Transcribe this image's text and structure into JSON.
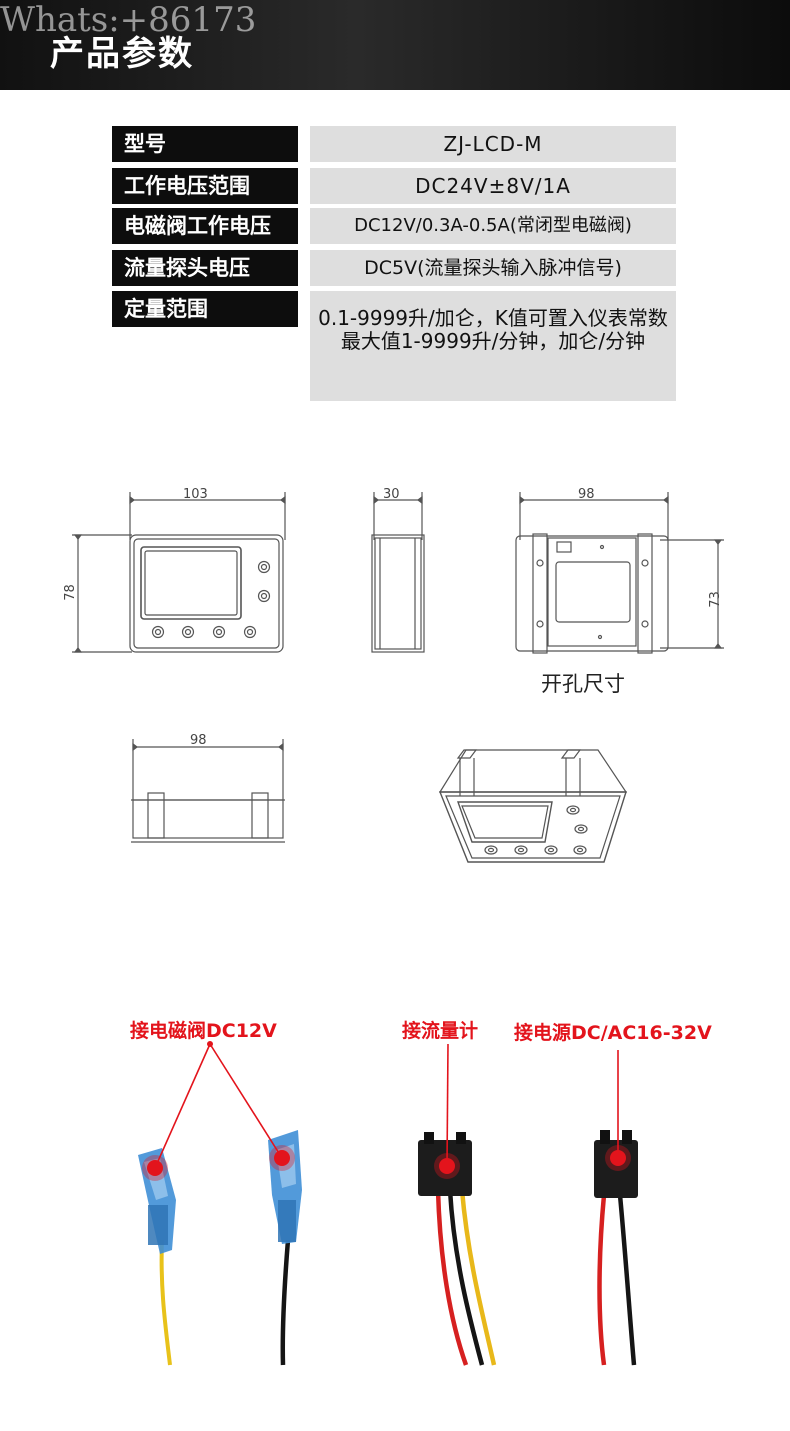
{
  "header": {
    "watermark": "Whats:+86173",
    "title": "产品参数"
  },
  "specs": [
    {
      "label": "型号",
      "value": "ZJ-LCD-M"
    },
    {
      "label": "工作电压范围",
      "value": "DC24V±8V/1A"
    },
    {
      "label": "电磁阀工作电压",
      "value": "DC12V/0.3A-0.5A(常闭型电磁阀)"
    },
    {
      "label": "流量探头电压",
      "value": "DC5V(流量探头输入脉冲信号)"
    },
    {
      "label": "定量范围",
      "value": "0.1-9999升/加仑，K值可置入仪表常数最大值1-9999升/分钟，加仑/分钟"
    }
  ],
  "drawings": {
    "front_width": "103",
    "front_height": "78",
    "side_depth": "30",
    "back_width": "98",
    "back_height": "73",
    "cutout_label": "开孔尺寸",
    "bottom_width": "98"
  },
  "wires": {
    "solenoid_label": "接电磁阀DC12V",
    "flowmeter_label": "接流量计",
    "power_label": "接电源DC/AC16-32V"
  },
  "colors": {
    "header_bg": "#1a1a1a",
    "label_bg": "#0d0d0d",
    "value_bg": "#dedede",
    "callout_red": "#e3141c",
    "terminal_blue": "#3f8fd6"
  }
}
